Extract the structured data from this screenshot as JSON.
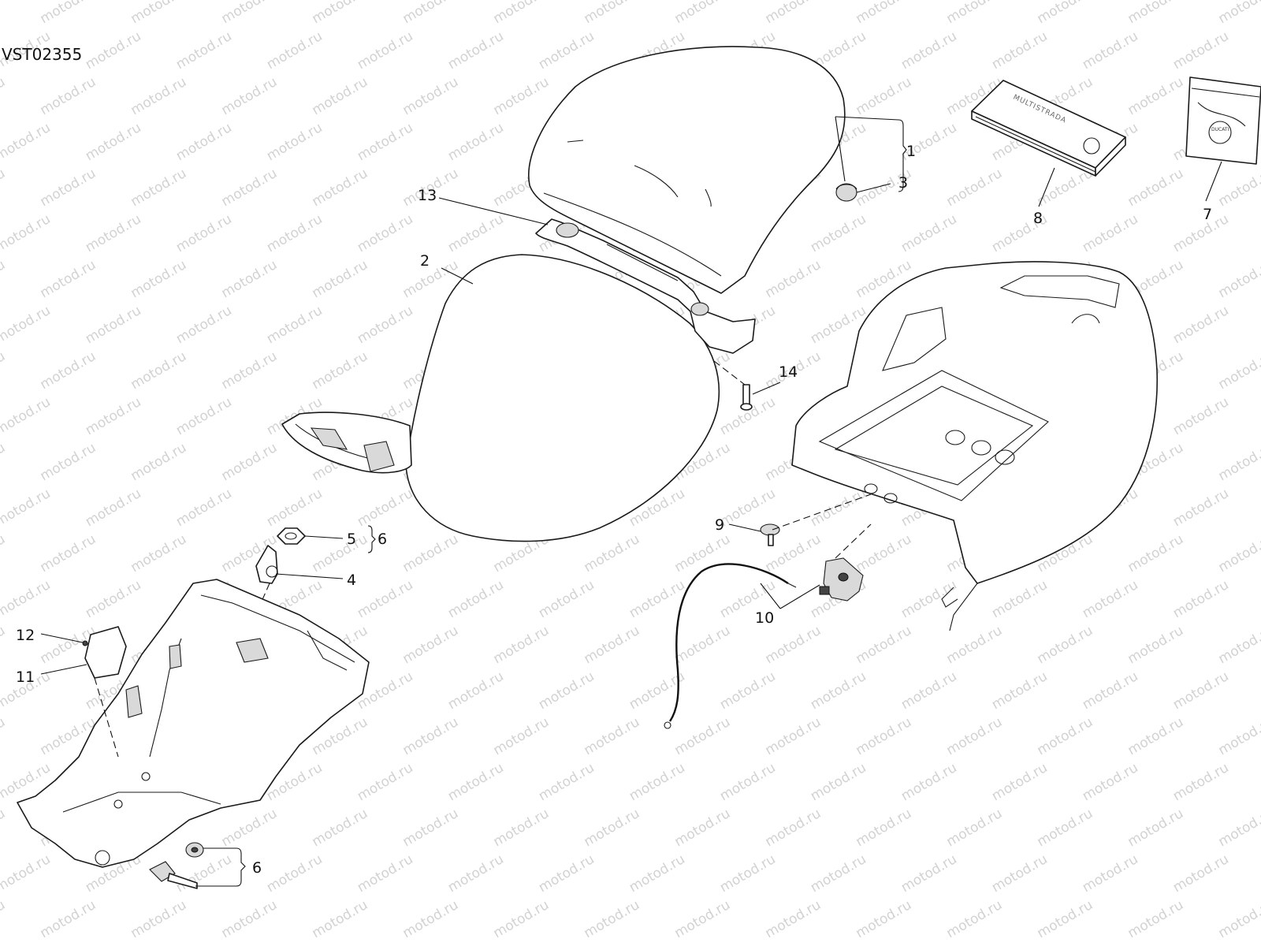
{
  "drawing_code": "VST02355",
  "watermark": "motod.ru",
  "callouts": [
    {
      "id": "c1",
      "label": "1"
    },
    {
      "id": "c2",
      "label": "2"
    },
    {
      "id": "c3",
      "label": "3"
    },
    {
      "id": "c4",
      "label": "4"
    },
    {
      "id": "c5",
      "label": "5"
    },
    {
      "id": "c6a",
      "label": "6"
    },
    {
      "id": "c6b",
      "label": "6"
    },
    {
      "id": "c7",
      "label": "7"
    },
    {
      "id": "c8",
      "label": "8"
    },
    {
      "id": "c9",
      "label": "9"
    },
    {
      "id": "c10",
      "label": "10"
    },
    {
      "id": "c11",
      "label": "11"
    },
    {
      "id": "c12",
      "label": "12"
    },
    {
      "id": "c13",
      "label": "13"
    },
    {
      "id": "c14",
      "label": "14"
    }
  ],
  "book_cover_text": "MULTISTRADA",
  "logo_text": "DUCATI"
}
